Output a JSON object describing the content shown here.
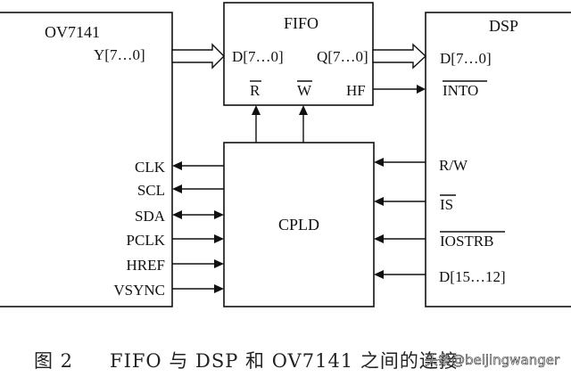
{
  "blocks": {
    "ov7141": {
      "title": "OV7141",
      "port_y": "Y[7…0]"
    },
    "fifo": {
      "title": "FIFO",
      "port_d": "D[7…0]",
      "port_q": "Q[7…0]",
      "port_r": "R",
      "port_w": "W",
      "port_hf": "HF"
    },
    "dsp": {
      "title": "DSP",
      "port_d": "D[7…0]",
      "port_into": "INTO",
      "port_rw": "R/W",
      "port_is": "IS",
      "port_iostrb": "IOSTRB",
      "port_d_high": "D[15…12]"
    },
    "cpld": {
      "title": "CPLD"
    }
  },
  "signals": {
    "clk": "CLK",
    "scl": "SCL",
    "sda": "SDA",
    "pclk": "PCLK",
    "href": "HREF",
    "vsync": "VSYNC"
  },
  "caption": {
    "figure_number": "图 2",
    "text": "FIFO 与 DSP 和 OV7141 之间的连接"
  },
  "watermark": "头条@beijingwanger"
}
